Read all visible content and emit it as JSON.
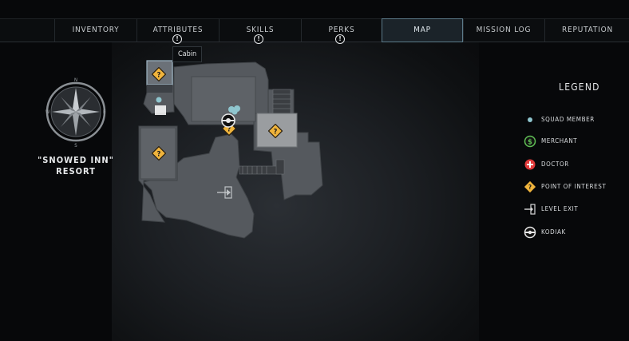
{
  "nav": {
    "tabs": [
      {
        "label": "INVENTORY",
        "alert": false,
        "active": false
      },
      {
        "label": "ATTRIBUTES",
        "alert": true,
        "active": false
      },
      {
        "label": "SKILLS",
        "alert": true,
        "active": false
      },
      {
        "label": "PERKS",
        "alert": true,
        "active": false
      },
      {
        "label": "MAP",
        "alert": false,
        "active": true
      },
      {
        "label": "MISSION LOG",
        "alert": false,
        "active": false
      },
      {
        "label": "REPUTATION",
        "alert": false,
        "active": false
      }
    ],
    "alert_symbol": "!"
  },
  "compass": {
    "n": "N",
    "s": "S",
    "e": "E",
    "w": "W"
  },
  "location": {
    "line1": "\"SNOWED INN\"",
    "line2": "RESORT"
  },
  "map": {
    "tooltip": "Cabin"
  },
  "legend": {
    "title": "LEGEND",
    "items": [
      {
        "label": "SQUAD MEMBER",
        "icon": "squad-member-icon",
        "color": "#8fc6cf"
      },
      {
        "label": "MERCHANT",
        "icon": "merchant-icon",
        "color": "#5fbf55"
      },
      {
        "label": "DOCTOR",
        "icon": "doctor-icon",
        "color": "#e23b3b"
      },
      {
        "label": "POINT OF INTEREST",
        "icon": "point-of-interest-icon",
        "color": "#f0b43c"
      },
      {
        "label": "LEVEL EXIT",
        "icon": "level-exit-icon",
        "color": "#d8d8d8"
      },
      {
        "label": "KODIAK",
        "icon": "kodiak-icon",
        "color": "#e8e8e8"
      }
    ]
  },
  "colors": {
    "accent": "#5c7b8a",
    "poi": "#f0b43c",
    "room": "#5d6166"
  }
}
